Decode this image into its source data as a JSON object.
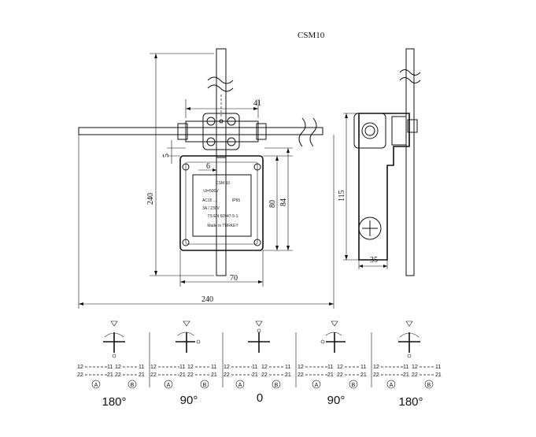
{
  "title": "CSM10",
  "dimensions": {
    "width_41": "41",
    "height_240": "240",
    "offset_5": "5",
    "offset_6": "6",
    "height_80": "80",
    "height_84": "84",
    "width_70": "70",
    "width_240": "240",
    "height_115": "115",
    "width_35": "35"
  },
  "label_plate": {
    "lines": [
      "CSM 10",
      "Ui=500V",
      "AC15 ...",
      "3A / 230V",
      "TS EN 60947-5-1",
      "Made in TURKEY"
    ],
    "rating": "IP65"
  },
  "contact_numbers": {
    "top_left": "12",
    "top_mid": "11",
    "bottom_left": "22",
    "bottom_mid": "21"
  },
  "circle_labels": {
    "a": "A",
    "b": "B"
  },
  "positions": [
    {
      "angle": "180°"
    },
    {
      "angle": "90°"
    },
    {
      "angle": "0"
    },
    {
      "angle": "90°"
    },
    {
      "angle": "180°"
    }
  ]
}
